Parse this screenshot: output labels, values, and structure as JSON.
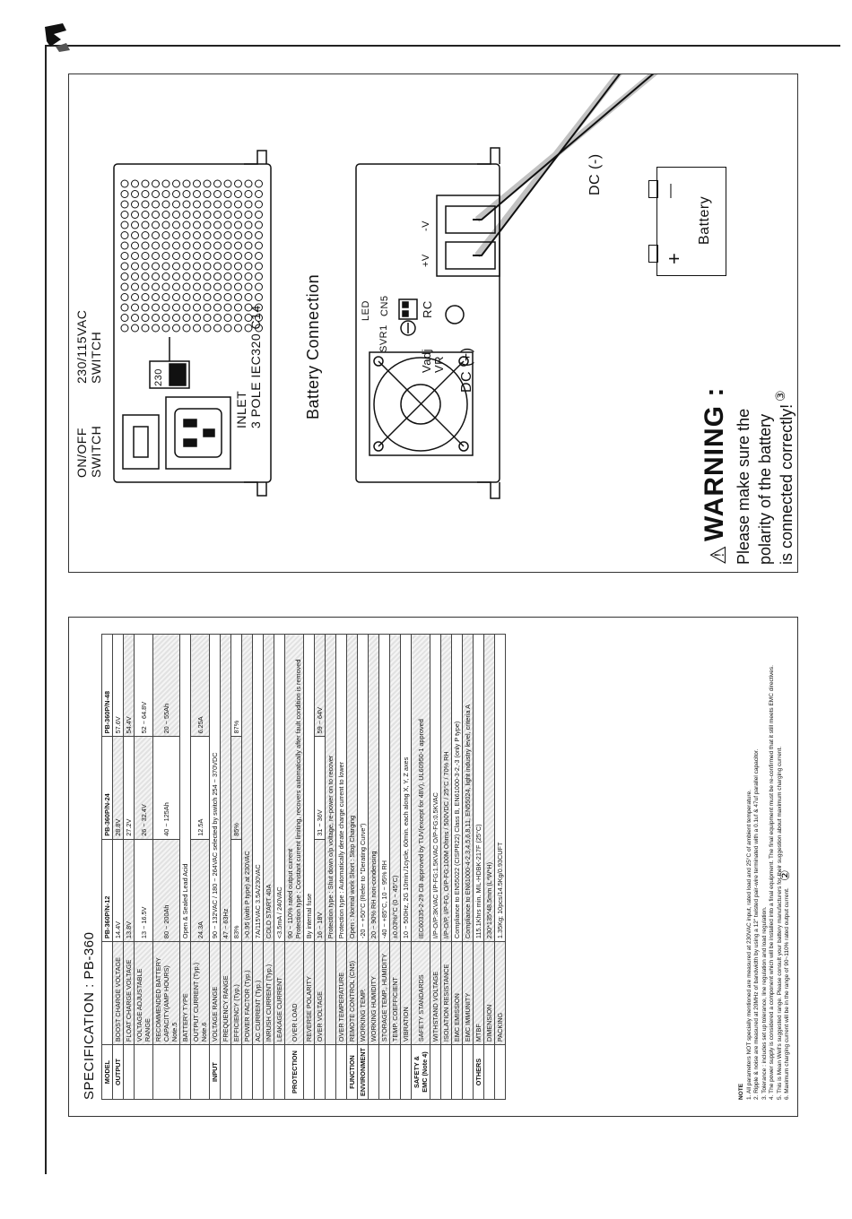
{
  "top": {
    "switch_label": "ON/OFF\nSWITCH",
    "switch_label_1": "ON/OFF",
    "switch_label_2": "SWITCH",
    "voltage_label_1": "230/115VAC",
    "voltage_label_2": "SWITCH",
    "voltage_value": "230",
    "inlet_label_1": "INLET",
    "inlet_label_2": "3 POLE IEC320 C14",
    "battery_connection": "Battery Connection",
    "led": "LED",
    "plus_v": "+V",
    "minus_v": "-V",
    "svr1": "SVR1",
    "cn5": "CN5",
    "rc": "RC",
    "vadj": "Vadj",
    "vr": "VR",
    "dc_plus": "DC (+)",
    "dc_minus": "DC (-)",
    "battery": "Battery",
    "bat_plus": "+",
    "bat_minus": "—",
    "warning_title": "WARNING :",
    "warning_1": "Please make sure the",
    "warning_2": "polarity of the battery",
    "warning_3": "is connected correctly!",
    "page_number": "③"
  },
  "spec": {
    "title": "SPECIFICATION : PB-360",
    "header": [
      "MODEL",
      "",
      "PB-360P/N-12",
      "PB-360P/N-24",
      "PB-360P/N-48"
    ],
    "rows": [
      {
        "grp": "OUTPUT",
        "item": "BOOST CHARGE VOLTAGE",
        "v": [
          "14.4V",
          "28.8V",
          "57.6V"
        ]
      },
      {
        "grp": "",
        "item": "FLOAT CHARGE VOLTAGE",
        "v": [
          "13.8V",
          "27.2V",
          "54.4V"
        ]
      },
      {
        "grp": "",
        "item": "VOLTAGE ADJUSTABLE RANGE",
        "v": [
          "13 ~ 16.5V",
          "26 ~ 32.4V",
          "52 ~ 64.8V"
        ]
      },
      {
        "grp": "",
        "item": "RECOMMENDED BATTERY CAPACITY(AMP HOURS) Note.5",
        "v": [
          "80 ~ 200Ah",
          "40 ~ 125Ah",
          "20 ~ 55Ah"
        ]
      },
      {
        "grp": "",
        "item": "BATTERY TYPE",
        "span": "Open & Sealed Lead Acid"
      },
      {
        "grp": "",
        "item": "OUTPUT CURRENT (Typ.) Note.6",
        "v": [
          "24.3A",
          "12.5A",
          "6.25A"
        ]
      },
      {
        "grp": "INPUT",
        "item": "VOLTAGE RANGE",
        "span": "90 ~ 132VAC / 180 ~ 264VAC selected by switch   254 ~ 370VDC"
      },
      {
        "grp": "",
        "item": "FREQUENCY RANGE",
        "span": "47 ~ 63Hz"
      },
      {
        "grp": "",
        "item": "EFFICIENCY (Typ.)",
        "v": [
          "83%",
          "85%",
          "87%"
        ]
      },
      {
        "grp": "",
        "item": "POWER FACTOR (Typ.)",
        "span": ">0.95 (with P type) at 230VAC"
      },
      {
        "grp": "",
        "item": "AC CURRENT (Typ.)",
        "span": "7A/115VAC    3.5A/230VAC"
      },
      {
        "grp": "",
        "item": "INRUSH CURRENT (Typ.)",
        "span": "COLD START 40A"
      },
      {
        "grp": "",
        "item": "LEAKAGE CURRENT",
        "span": "<3.5mA / 240VAC"
      },
      {
        "grp": "PROTECTION",
        "item": "OVER LOAD",
        "span": "90 ~ 110% rated output current\nProtection type : Constant current limiting, recovers automatically after fault condition is removed"
      },
      {
        "grp": "",
        "item": "REVERSE POLARITY",
        "span": "By internal fuse"
      },
      {
        "grp": "",
        "item": "OVER VOLTAGE",
        "v": [
          "16 ~ 18V",
          "31 ~ 36V",
          "59 ~ 64V"
        ],
        "note": "Protection type : Shut down o/p voltage, re-power on to recover"
      },
      {
        "grp": "",
        "item": "OVER TEMPERATURE",
        "span": "Protection type : Automatically derate charge current to lower"
      },
      {
        "grp": "FUNCTION",
        "item": "REMOTE CONTROL (CN5)",
        "span": "Open : Normal work    Short : Stop Charging"
      },
      {
        "grp": "ENVIRONMENT",
        "item": "WORKING TEMP.",
        "span": "-20 ~ +50°C (Refer to \"Derating Curve\")"
      },
      {
        "grp": "",
        "item": "WORKING HUMIDITY",
        "span": "20 ~ 90% RH non-condensing"
      },
      {
        "grp": "",
        "item": "STORAGE TEMP., HUMIDITY",
        "span": "-40 ~ +85°C, 10 ~ 95% RH"
      },
      {
        "grp": "",
        "item": "TEMP. COEFFICIENT",
        "span": "±0.03%/°C (0 ~ 45°C)"
      },
      {
        "grp": "",
        "item": "VIBRATION",
        "span": "10 ~ 500Hz, 2G 10min./1cycle, 60min. each along X, Y, Z axes"
      },
      {
        "grp": "SAFETY & EMC (Note 4)",
        "item": "SAFETY STANDARDS",
        "span": "IEC60335-2-29 CB approved by TUV(except for 48V), UL60950-1 approved"
      },
      {
        "grp": "",
        "item": "WITHSTAND VOLTAGE",
        "span": "I/P-O/P:3KVAC   I/P-FG:1.5KVAC   O/P-FG:0.5KVAC"
      },
      {
        "grp": "",
        "item": "ISOLATION RESISTANCE",
        "span": "I/P-O/P, I/P-FG, O/P-FG:100M Ohms / 500VDC / 25°C / 70% RH"
      },
      {
        "grp": "",
        "item": "EMC EMISSION",
        "span": "Compliance to EN55022 (CISPR22) Class B, EN61000-3-2,-3 (only P type)"
      },
      {
        "grp": "",
        "item": "EMC IMMUNITY",
        "span": "Compliance to EN61000-4-2,3,4,5,6,8,11, EN55024, light industry level, criteria A"
      },
      {
        "grp": "OTHERS",
        "item": "MTBF",
        "span": "115.1Khrs min.  MIL-HDBK-217F (25°C)"
      },
      {
        "grp": "",
        "item": "DIMENSION",
        "span": "230*135*48.5mm (L*W*H)"
      },
      {
        "grp": "",
        "item": "PACKING",
        "span": "1.35Kg; 10pcs/14.5Kg/0.93CUFT"
      }
    ],
    "note_label": "NOTE",
    "notes": [
      "1. All parameters NOT specially mentioned are measured at 230VAC input, rated load and 25°C of ambient temperature.",
      "2. Ripple & noise are measured at 20MHz of bandwidth by using a 12\" twisted pair-wire terminated with a 0.1uf & 47uf parallel capacitor.",
      "3. Tolerance : includes set up tolerance, line regulation and load regulation.",
      "4. The power supply is considered a component which will be installed into a final equipment. The final equipment must be re-confirmed that it still meets EMC directives.",
      "5. This is Mean Well's suggested range. Please consult your battery manufacturers for their suggestion about maximum charging current.",
      "6. Maximum charging current will be in the range of 90~110% rated output current."
    ],
    "page_number": "②"
  }
}
